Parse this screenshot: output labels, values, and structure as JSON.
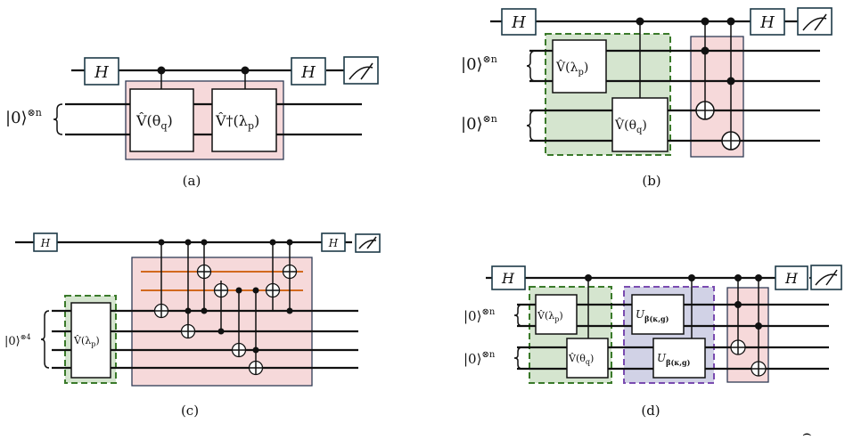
{
  "panels": {
    "a": {
      "caption": "(a)",
      "register_label": "|0⟩",
      "register_exp": "⊗n",
      "gate_h1": "H",
      "gate_h2": "H",
      "gate_v": "V̂(θ",
      "gate_v_sub": "q",
      "gate_vdag": "V̂†(λ",
      "gate_vdag_sub": "p"
    },
    "b": {
      "caption": "(b)",
      "register1_label": "|0⟩",
      "register1_exp": "⊗n",
      "register2_label": "|0⟩",
      "register2_exp": "⊗n",
      "gate_h1": "H",
      "gate_h2": "H",
      "gate_v1": "V̂(λ",
      "gate_v1_sub": "p",
      "gate_v2": "V̂(θ",
      "gate_v2_sub": "q"
    },
    "c": {
      "caption": "(c)",
      "register_label": "|0⟩",
      "register_exp": "⊗4",
      "gate_h1": "H",
      "gate_h2": "H",
      "gate_v": "V̂(λ",
      "gate_v_sub": "p"
    },
    "d": {
      "caption": "(d)",
      "register1_label": "|0⟩",
      "register1_exp": "⊗n",
      "register2_label": "|0⟩",
      "register2_exp": "⊗n",
      "gate_h1": "H",
      "gate_h2": "H",
      "gate_v1": "V̂(λ",
      "gate_v1_sub": "p",
      "gate_v2": "V̂(θ",
      "gate_v2_sub": "q",
      "gate_u1": "U",
      "gate_u1_sub": "β(κ,g)",
      "gate_u2": "U",
      "gate_u2_sub": "β(κ,g)"
    }
  },
  "colors": {
    "pink_block": "#f6d9da",
    "green_block": "#d5e5cf",
    "purple_block": "#d1d2e6",
    "orange_line": "#d2691e"
  },
  "icons": [
    "measurement-meter-icon",
    "control-dot-icon",
    "cnot-target-icon",
    "register-brace-icon"
  ]
}
